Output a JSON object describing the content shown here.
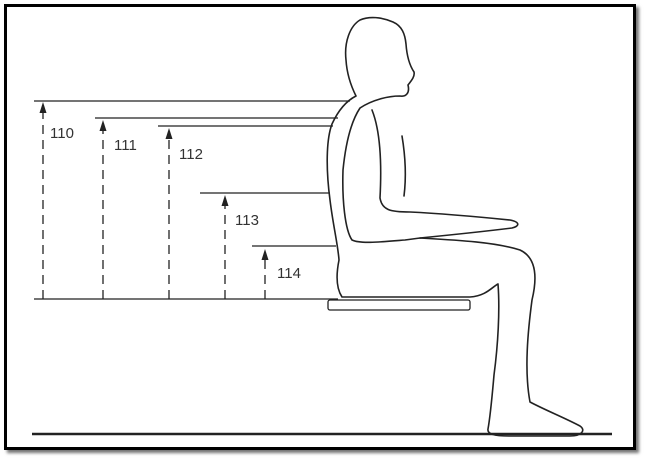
{
  "figure": {
    "frame_color": "#000000",
    "line_color": "#222222",
    "dimensions": [
      {
        "id": "d110",
        "label": "110"
      },
      {
        "id": "d111",
        "label": "111"
      },
      {
        "id": "d112",
        "label": "112"
      },
      {
        "id": "d113",
        "label": "113"
      },
      {
        "id": "d114",
        "label": "114"
      }
    ]
  }
}
